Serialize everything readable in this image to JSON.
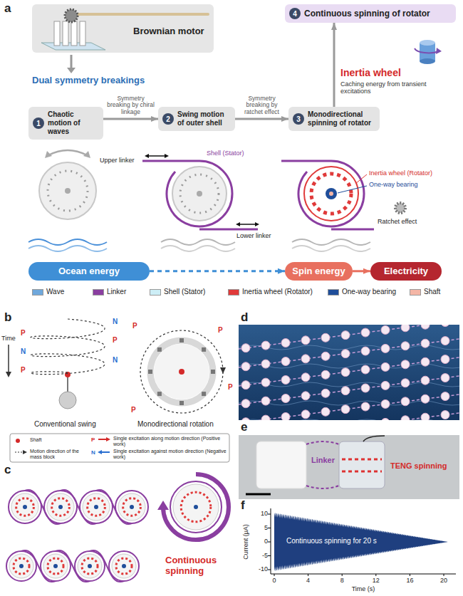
{
  "diagram": {
    "nodes": [
      {
        "text": [
          "Brownian motor"
        ]
      },
      {
        "text": [
          "4",
          "Continuous spinning of rotator"
        ]
      },
      {
        "text": [
          "1",
          "Chaotic motion of waves"
        ]
      },
      {
        "text": [
          "2",
          "Swing motion of outer shell"
        ]
      },
      {
        "text": [
          "3",
          "Monodirectional spinning of rotator"
        ]
      },
      {
        "text": [
          "Ocean energy"
        ]
      },
      {
        "text": [
          "Spin energy"
        ]
      },
      {
        "text": [
          "Electricity"
        ]
      }
    ],
    "edges": [
      {
        "from": 2,
        "to": 3,
        "label": "Symmetry breaking by chiral linkage",
        "arrow": "to"
      },
      {
        "from": 3,
        "to": 4,
        "label": "Symmetry breaking by ratchet effect",
        "arrow": "to"
      },
      {
        "from": 4,
        "to": 1,
        "arrow": "to"
      },
      {
        "from": 5,
        "to": 6,
        "arrow": "to"
      },
      {
        "from": 6,
        "to": 7,
        "arrow": "to"
      }
    ],
    "labels": [
      "a",
      "Dual symmetry breakings",
      "Inertia wheel",
      "Caching energy from transient excitations",
      "Upper linker",
      "Shell (Stator)",
      "Lower linker",
      "Inertia wheel (Rotator)",
      "One-way bearing",
      "Ratchet effect",
      "b",
      "Time",
      "N",
      "P",
      "P",
      "N",
      "N",
      "P",
      "P",
      "P",
      "P",
      "P",
      "Conventional swing",
      "Monodirectional rotation",
      "P",
      "N",
      "c",
      "Continuous spinning",
      "d",
      "e",
      "Linker",
      "TENG spinning",
      "f",
      "10",
      "5",
      "0",
      "-5",
      "-10",
      "0",
      "4",
      "8",
      "12",
      "16",
      "20",
      "Current (μA)",
      "Time (s)",
      "Continuous spinning for 20 s"
    ],
    "legend": [
      {
        "text": "Wave",
        "color": "#6fa8dc"
      },
      {
        "text": "Linker",
        "color": "#8a3ea0"
      },
      {
        "text": "Shell (Stator)",
        "color": "#cdeef6"
      },
      {
        "text": "Inertia wheel (Rotator)",
        "color": "#e03a3a"
      },
      {
        "text": "One-way bearing",
        "color": "#1f4e9a"
      },
      {
        "text": "Shaft",
        "color": "#f4b6a6"
      },
      {
        "text": "Shaft"
      },
      {
        "text": "Single excitation along motion direction (Positive work)"
      },
      {
        "text": "Single excitation against motion direction (Negative work)"
      },
      {
        "text": "Motion direction of the mass block"
      }
    ]
  }
}
